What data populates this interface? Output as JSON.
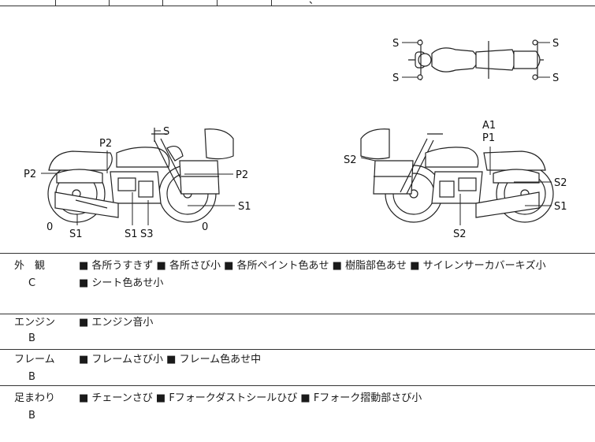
{
  "top_table": {
    "partial_text": "、"
  },
  "diagram": {
    "top_view_labels": [
      "S",
      "S",
      "S",
      "S"
    ],
    "left_view_labels": [
      "S",
      "P2",
      "P2",
      "P2",
      "0",
      "S1",
      "S1",
      "S3",
      "0",
      "S1"
    ],
    "right_view_labels": [
      "A1",
      "P1",
      "S2",
      "S2",
      "S1",
      "S2"
    ]
  },
  "rows": [
    {
      "category": "外　観",
      "grade": "C",
      "notes_line1": "■ 各所うすきず ■ 各所さび小 ■ 各所ペイント色あせ ■ 樹脂部色あせ ■ サイレンサーカバーキズ小",
      "notes_line2": "■ シート色あせ小"
    },
    {
      "category": "エンジン",
      "grade": "B",
      "notes_line1": "■ エンジン音小",
      "notes_line2": ""
    },
    {
      "category": "フレーム",
      "grade": "B",
      "notes_line1": "■ フレームさび小 ■ フレーム色あせ中",
      "notes_line2": ""
    },
    {
      "category": "足まわり",
      "grade": "B",
      "notes_line1": "■ チェーンさび ■ Fフォークダストシールひび ■ Fフォーク摺動部さび小",
      "notes_line2": ""
    }
  ]
}
